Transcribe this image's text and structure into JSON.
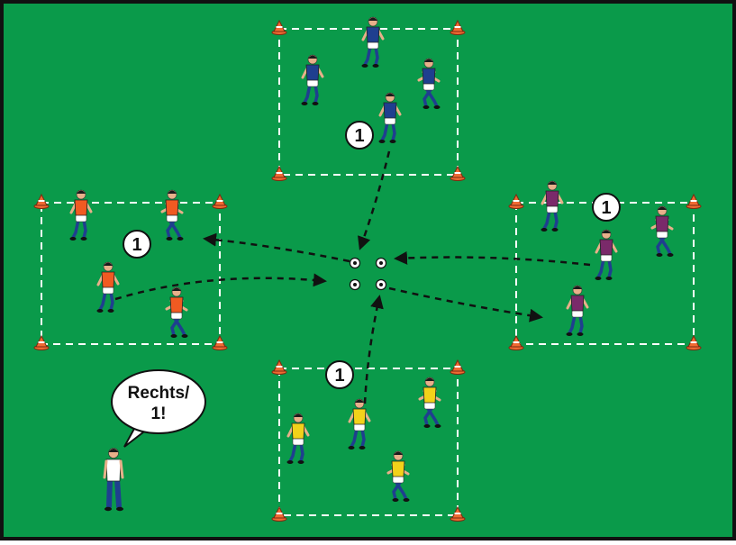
{
  "colors": {
    "field": "#0a9a4a",
    "border": "#111111",
    "line": "#ffffff",
    "cone": "#f06a32",
    "team_blue": "#1f3f8f",
    "team_orange": "#f05a22",
    "team_purple": "#7a2a6a",
    "team_yellow": "#f2d21a",
    "coach_shirt": "#ffffff",
    "coach_pants": "#1f3f8f",
    "skin": "#e8b08a",
    "hair": "#1a1a1a"
  },
  "labels": {
    "top": "1",
    "left": "1",
    "right": "1",
    "bottom": "1"
  },
  "coach": {
    "speech_line1": "Rechts/",
    "speech_line2": "1!"
  },
  "ball_count": 4
}
